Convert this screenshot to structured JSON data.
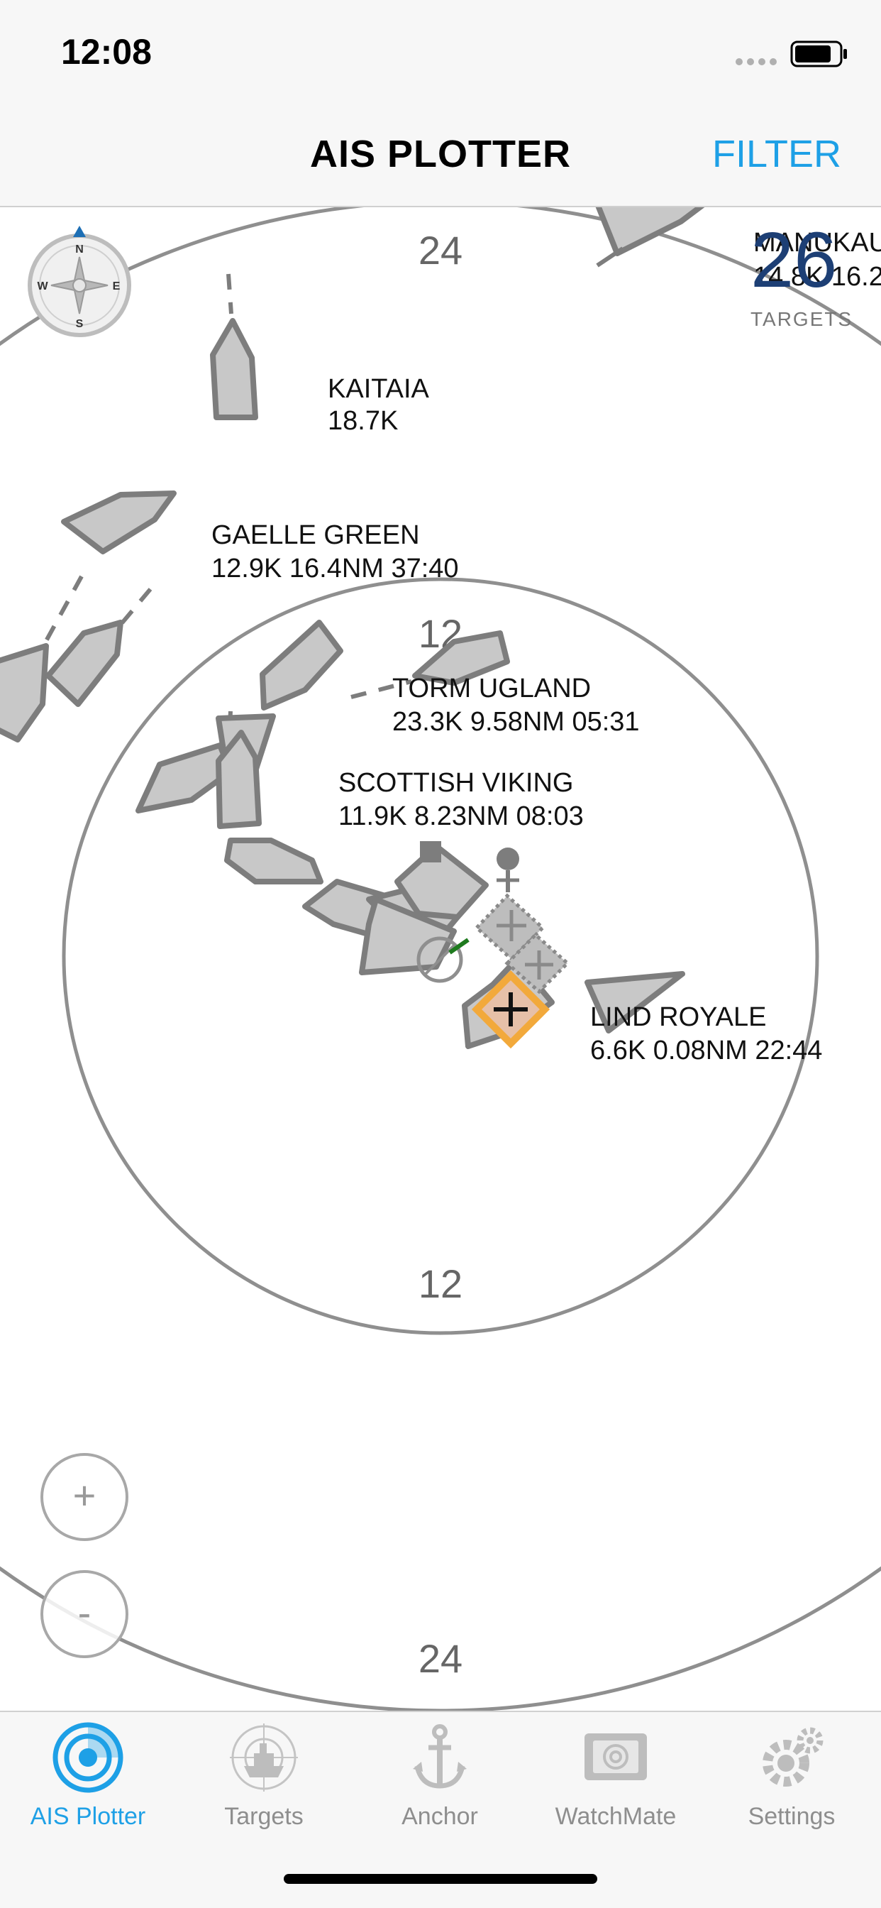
{
  "status_bar": {
    "time": "12:08"
  },
  "nav": {
    "title": "AIS PLOTTER",
    "filter_label": "FILTER"
  },
  "plot": {
    "ring_labels": {
      "outer_top": "24",
      "inner_top": "12",
      "inner_bottom": "12",
      "outer_bottom": "24"
    },
    "target_count": {
      "value": "26",
      "label": "TARGETS"
    },
    "vessels": [
      {
        "name": "MANUKAU",
        "info": "14.8K 16.2"
      },
      {
        "name": "KAITAIA",
        "info": "18.7K"
      },
      {
        "name": "GAELLE GREEN",
        "info": "12.9K 16.4NM 37:40"
      },
      {
        "name": "TORM UGLAND",
        "info": "23.3K 9.58NM 05:31"
      },
      {
        "name": "SCOTTISH VIKING",
        "info": "11.9K 8.23NM 08:03"
      },
      {
        "name": "LIND ROYALE",
        "info": "6.6K 0.08NM 22:44"
      }
    ],
    "zoom_in_label": "+",
    "zoom_out_label": "-"
  },
  "tabs": [
    {
      "label": "AIS Plotter",
      "icon": "radar-icon",
      "active": true
    },
    {
      "label": "Targets",
      "icon": "ship-radar-icon",
      "active": false
    },
    {
      "label": "Anchor",
      "icon": "anchor-icon",
      "active": false
    },
    {
      "label": "WatchMate",
      "icon": "device-icon",
      "active": false
    },
    {
      "label": "Settings",
      "icon": "gear-icon",
      "active": false
    }
  ],
  "colors": {
    "accent": "#1ea0e6",
    "count": "#1d3f75",
    "own_vessel": "#f2a93b"
  }
}
